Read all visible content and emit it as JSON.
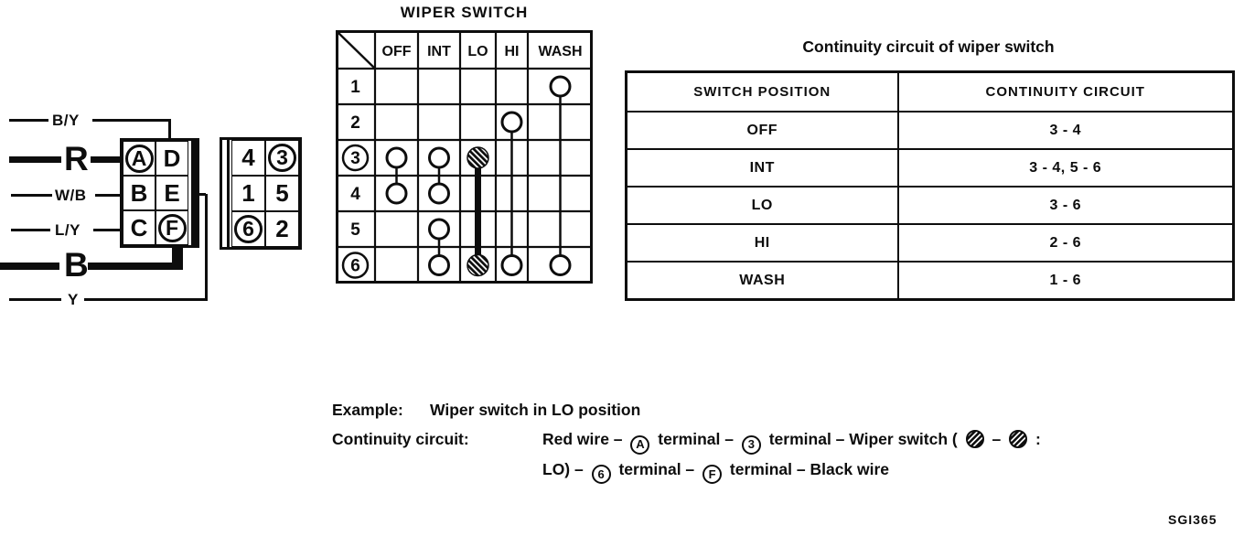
{
  "figure_code": "SGI365",
  "ink": "#0d0d0d",
  "left_diagram": {
    "wires": [
      {
        "label": "B/Y",
        "weight": "thin"
      },
      {
        "label": "R",
        "weight": "thick"
      },
      {
        "label": "W/B",
        "weight": "thin"
      },
      {
        "label": "L/Y",
        "weight": "thin"
      },
      {
        "label": "B",
        "weight": "thick"
      },
      {
        "label": "Y",
        "weight": "thin"
      }
    ],
    "connector_letters": {
      "cells": [
        [
          "A",
          "D"
        ],
        [
          "B",
          "E"
        ],
        [
          "C",
          "F"
        ]
      ],
      "circled": [
        "A",
        "F"
      ]
    },
    "connector_numbers": {
      "cells": [
        [
          "4",
          "3"
        ],
        [
          "1",
          "5"
        ],
        [
          "6",
          "2"
        ]
      ],
      "circled": [
        "3",
        "6"
      ]
    }
  },
  "wiper_switch_matrix": {
    "title": "WIPER SWITCH",
    "columns": [
      "OFF",
      "INT",
      "LO",
      "HI",
      "WASH"
    ],
    "rows": [
      "1",
      "2",
      "3",
      "4",
      "5",
      "6"
    ],
    "circled_rows": [
      "3",
      "6"
    ],
    "contacts": [
      {
        "col": "WASH",
        "row": "1",
        "type": "open"
      },
      {
        "col": "HI",
        "row": "2",
        "type": "open"
      },
      {
        "col": "OFF",
        "row": "3",
        "type": "open"
      },
      {
        "col": "INT",
        "row": "3",
        "type": "open"
      },
      {
        "col": "LO",
        "row": "3",
        "type": "hatched"
      },
      {
        "col": "OFF",
        "row": "4",
        "type": "open"
      },
      {
        "col": "INT",
        "row": "4",
        "type": "open"
      },
      {
        "col": "INT",
        "row": "5",
        "type": "open"
      },
      {
        "col": "INT",
        "row": "6",
        "type": "open"
      },
      {
        "col": "LO",
        "row": "6",
        "type": "hatched"
      },
      {
        "col": "HI",
        "row": "6",
        "type": "open"
      },
      {
        "col": "WASH",
        "row": "6",
        "type": "open"
      }
    ],
    "connections": [
      {
        "col": "OFF",
        "from": "3",
        "to": "4",
        "weight": "thin"
      },
      {
        "col": "INT",
        "from": "3",
        "to": "4",
        "weight": "thin"
      },
      {
        "col": "INT",
        "from": "5",
        "to": "6",
        "weight": "thin"
      },
      {
        "col": "LO",
        "from": "3",
        "to": "6",
        "weight": "thick"
      },
      {
        "col": "HI",
        "from": "2",
        "to": "6",
        "weight": "thin"
      },
      {
        "col": "WASH",
        "from": "1",
        "to": "6",
        "weight": "thin"
      }
    ]
  },
  "continuity_table": {
    "title": "Continuity circuit of wiper switch",
    "headers": [
      "SWITCH POSITION",
      "CONTINUITY CIRCUIT"
    ],
    "rows": [
      {
        "position": "OFF",
        "circuit": "3 - 4"
      },
      {
        "position": "INT",
        "circuit": "3 - 4, 5 - 6"
      },
      {
        "position": "LO",
        "circuit": "3 - 6"
      },
      {
        "position": "HI",
        "circuit": "2 - 6"
      },
      {
        "position": "WASH",
        "circuit": "1 - 6"
      }
    ]
  },
  "example": {
    "label1": "Example:",
    "text1": "Wiper switch in LO position",
    "label2": "Continuity circuit:",
    "line2": {
      "t1": "Red wire –",
      "ring_a": "A",
      "t2": "terminal –",
      "ring_3": "3",
      "t3": "terminal – Wiper switch (",
      "t4": "–",
      "t5": ":"
    },
    "line3": {
      "t1": "LO) –",
      "ring_6": "6",
      "t2": "terminal –",
      "ring_f": "F",
      "t3": "terminal – Black wire"
    }
  }
}
